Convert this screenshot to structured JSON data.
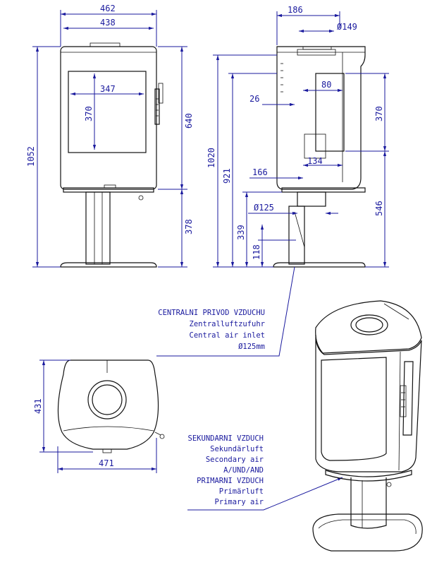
{
  "front": {
    "overall_width": "462",
    "top_width": "438",
    "glass_width": "347",
    "glass_height": "370",
    "body_height": "640",
    "total_height": "1052",
    "stand_height": "378"
  },
  "side": {
    "depth": "186",
    "flue_diameter": "Ø149",
    "offset_80": "80",
    "offset_26": "26",
    "glass_370": "370",
    "height_1020": "1020",
    "height_921": "921",
    "dim_166": "166",
    "dim_134": "134",
    "inlet_diameter": "Ø125",
    "dim_546": "546",
    "dim_339": "339",
    "dim_118": "118"
  },
  "top": {
    "depth": "431",
    "width": "471"
  },
  "notes": {
    "central_inlet": [
      "CENTRALNI PRIVOD VZDUCHU",
      "Zentralluftzufuhr",
      "Central air inlet",
      "Ø125mm"
    ],
    "secondary_primary": [
      "SEKUNDARNI VZDUCH",
      "Sekundärluft",
      "Secondary air",
      "A/UND/AND",
      "PRIMARNI VZDUCH",
      "Primärluft",
      "Primary air"
    ]
  },
  "colors": {
    "dimension": "#1a1a9e",
    "outline": "#111111"
  }
}
